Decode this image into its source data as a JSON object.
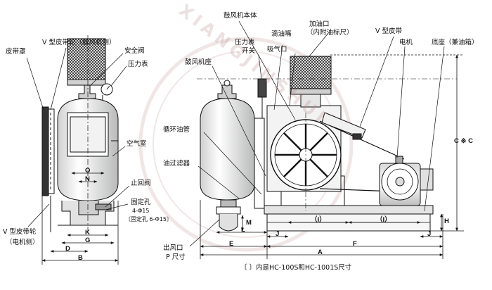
{
  "labels": {
    "belt_cover": "皮带罩",
    "v_pulley_blower": "V 型皮带轮（鼓风机侧）",
    "safety_valve": "安全阀",
    "pressure_gauge": "压力表",
    "air_chamber": "空气室",
    "check_valve": "止回阀",
    "fixing_hole": "固定孔",
    "fixing_hole_spec": "4-Φ15",
    "fixing_hole_alt": "〔固定孔 6-Φ15〕",
    "v_pulley_motor_1": "V 型皮带轮",
    "v_pulley_motor_2": "（电机侧）",
    "blower_body": "鼓风机本体",
    "oil_inlet_1": "加油口",
    "oil_inlet_2": "（内附油标尺）",
    "v_belt": "V 型皮带",
    "gauge_switch_1": "压力表",
    "gauge_switch_2": "开关",
    "drip_nozzle": "滴油嘴",
    "suction_port": "吸气口",
    "motor": "电机",
    "base": "底座（兼油箱）",
    "blower_seat": "鼓风机座",
    "oil_pipe": "循环油管",
    "oil_filter": "油过滤器",
    "outlet_1": "出风口",
    "outlet_2": "P 尺寸",
    "footnote": "〔 〕内是HC-100S和HC-1001S尺寸"
  },
  "dims": {
    "O": "O",
    "N": "N",
    "K": "K",
    "G": "G",
    "D": "D",
    "B": "B",
    "L": "L",
    "M": "M",
    "E": "E",
    "J1": "J",
    "J2": "J",
    "I1": "（I）",
    "I2": "（I）",
    "F": "F",
    "A": "A",
    "H": "H",
    "C": "C ※ C"
  },
  "watermark": "XIANGJINSHUI"
}
